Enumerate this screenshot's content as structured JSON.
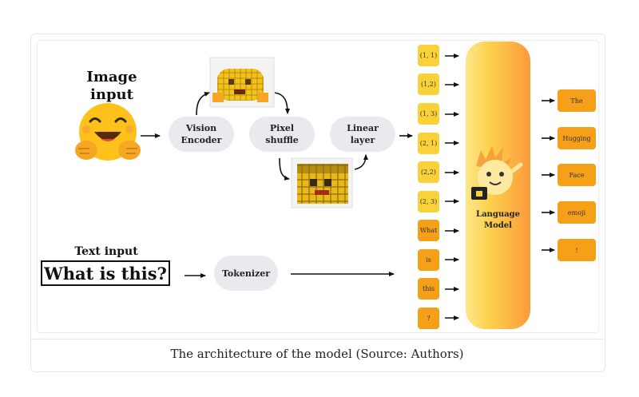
{
  "image_input": {
    "label": "Image\ninput"
  },
  "text_input": {
    "label": "Text input",
    "text": "What is this?"
  },
  "vision_encoder": {
    "label": "Vision\nEncoder"
  },
  "pixel_shuffle": {
    "label": "Pixel\nshuffle"
  },
  "linear_layer": {
    "label": "Linear\nlayer"
  },
  "tokenizer": {
    "label": "Tokenizer"
  },
  "image_tokens": [
    "(1, 1)",
    "(1,2)",
    "(1, 3)",
    "(2, 1)",
    "(2,2)",
    "(2, 3)"
  ],
  "text_tokens": [
    "What",
    "is",
    "this",
    "?"
  ],
  "language_model": {
    "label": "Language\nModel"
  },
  "outputs": [
    "The",
    "Hugging",
    "Face",
    "emoji",
    "!"
  ],
  "caption": "The architecture of the model (Source: Authors)",
  "colors": {
    "image_token": "#fbd13a",
    "text_token": "#f6a019",
    "pill": "#e9e9ee",
    "emoji": "#fcc21b"
  }
}
